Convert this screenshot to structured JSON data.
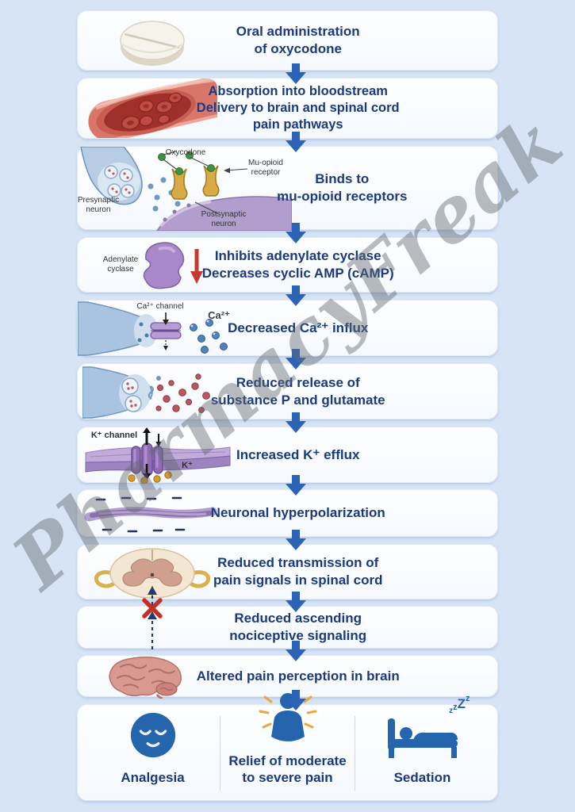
{
  "watermark": "PharmacyFreak",
  "colors": {
    "background": "#d6e4f6",
    "box_fill": "#fbfdff",
    "heading_text": "#1b3a7d",
    "flow_arrow": "#2b63b6",
    "outcome_icon_blue": "#2565ae",
    "accent_red": "#c0392b",
    "receptor_gold": "#d9ab47",
    "membrane_purple": "#a58cc8",
    "ligand_green": "#41923f",
    "watermark_gray": "#646a72"
  },
  "steps": [
    {
      "id": "oral-administration",
      "lines": [
        "Oral administration",
        "of oxycodone"
      ]
    },
    {
      "id": "absorption",
      "lines": [
        "Absorption into bloodstream",
        "Delivery to brain and spinal cord",
        "pain pathways"
      ]
    },
    {
      "id": "receptor-binding",
      "lines": [
        "Binds to",
        "mu-opioid receptors"
      ],
      "labels": {
        "ligand": "Oxycodone",
        "receptor": [
          "Mu-opioid",
          "receptor"
        ],
        "presynaptic": [
          "Presynaptic",
          "neuron"
        ],
        "postsynaptic": [
          "Postsynaptic",
          "neuron"
        ]
      }
    },
    {
      "id": "adenylate-cyclase",
      "lines": [
        "Inhibits adenylate cyclase",
        "Decreases cyclic AMP (cAMP)"
      ],
      "labels": {
        "enzyme": [
          "Adenylate",
          "cyclase"
        ]
      }
    },
    {
      "id": "calcium-influx",
      "lines": [
        "Decreased Ca²⁺ influx"
      ],
      "labels": {
        "channel": "Ca²⁺ channel",
        "ion": "Ca²⁺"
      }
    },
    {
      "id": "neurotransmitter-release",
      "lines": [
        "Reduced release of",
        "substance P and glutamate"
      ]
    },
    {
      "id": "potassium-efflux",
      "lines": [
        "Increased K⁺ efflux"
      ],
      "labels": {
        "channel": "K⁺ channel",
        "ion": "K⁺"
      }
    },
    {
      "id": "hyperpolarization",
      "lines": [
        "Neuronal hyperpolarization"
      ]
    },
    {
      "id": "spinal-transmission",
      "lines": [
        "Reduced transmission of",
        "pain signals in spinal cord"
      ]
    },
    {
      "id": "ascending-signaling",
      "lines": [
        "Reduced ascending",
        "nociceptive signaling"
      ]
    },
    {
      "id": "brain-perception",
      "lines": [
        "Altered pain perception in brain"
      ]
    }
  ],
  "outcomes": [
    {
      "id": "analgesia",
      "icon": "calm-face-icon",
      "lines": [
        "Analgesia"
      ]
    },
    {
      "id": "pain-relief",
      "icon": "pain-relief-person-icon",
      "lines": [
        "Relief of moderate",
        "to severe pain"
      ]
    },
    {
      "id": "sedation",
      "icon": "sleeping-bed-icon",
      "lines": [
        "Sedation"
      ],
      "zzz": [
        "z",
        "z",
        "Z",
        "z"
      ]
    }
  ]
}
